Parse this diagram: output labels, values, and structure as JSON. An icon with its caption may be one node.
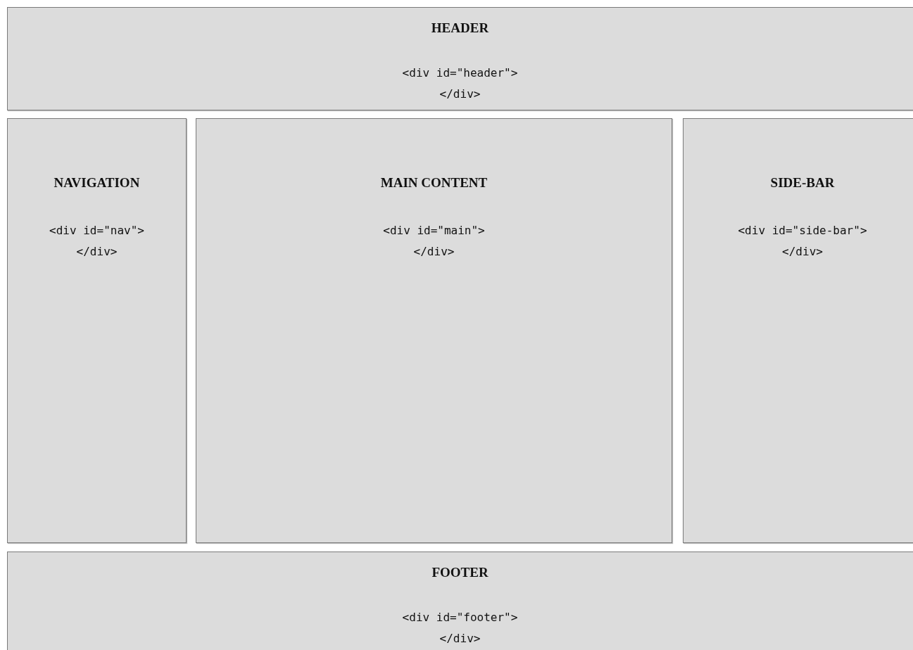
{
  "diagram": {
    "nodes": [
      {
        "text": [
          "HEADER",
          "<div id=\"header\"> </div>"
        ]
      },
      {
        "text": [
          "NAVIGATION",
          "<div id=\"nav\"> </div>"
        ]
      },
      {
        "text": [
          "MAIN CONTENT",
          "<div id=\"main\"> </div>"
        ]
      },
      {
        "text": [
          "SIDE-BAR",
          "<div id=\"side-bar\"> </div>"
        ]
      },
      {
        "text": [
          "FOOTER",
          "<div id=\"footer\"> </div>"
        ]
      }
    ]
  }
}
